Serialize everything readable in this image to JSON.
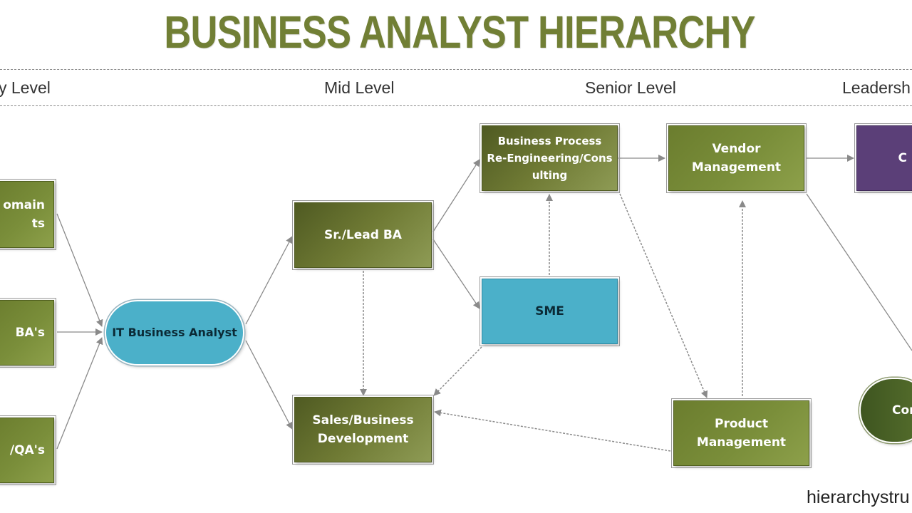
{
  "title": "BUSINESS ANALYST HIERARCHY",
  "levels": {
    "entry": "y Level",
    "mid": "Mid Level",
    "senior": "Senior Level",
    "leadership": "Leadersh"
  },
  "nodes": {
    "domain_experts": "omain\nts",
    "bas": "BA's",
    "qas": "/QA's",
    "it_ba": "IT Business Analyst",
    "sr_lead_ba": "Sr./Lead BA",
    "sales_bd": "Sales/Business\nDevelopment",
    "bpr": "Business Process\nRe-Engineering/Cons\nulting",
    "sme": "SME",
    "vendor_mgmt": "Vendor\nManagement",
    "product_mgmt": "Product\nManagement",
    "leadership_top": "C",
    "consultant": "Cor"
  },
  "colors": {
    "title": "#717f35",
    "green_node": "#7a8e3a",
    "blue_node": "#4bb0c9",
    "purple_node": "#5b3f78"
  },
  "watermark": "hierarchystru"
}
